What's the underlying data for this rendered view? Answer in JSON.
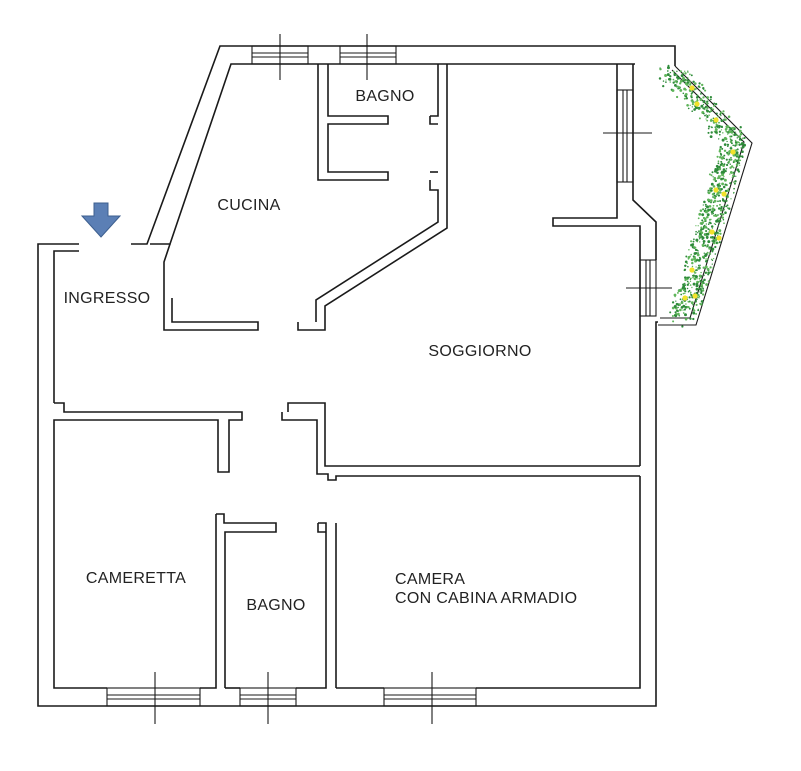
{
  "rooms": {
    "bagno_top": "BAGNO",
    "cucina": "CUCINA",
    "ingresso": "INGRESSO",
    "soggiorno": "SOGGIORNO",
    "cameretta": "CAMERETTA",
    "bagno_bottom": "BAGNO",
    "camera_line1": "CAMERA",
    "camera_line2": "CON CABINA ARMADIO"
  },
  "colors": {
    "wall": "#1a1a1a",
    "entrance_arrow": "#5b7fb5",
    "entrance_arrow_border": "#3d5f8f",
    "plant_dark": "#2e8b3a",
    "plant_light": "#5fb55a",
    "flower": "#f2e22b"
  },
  "icons": {
    "entrance": "entrance-arrow-icon",
    "terrace_plants": "terrace-plants-icon"
  }
}
